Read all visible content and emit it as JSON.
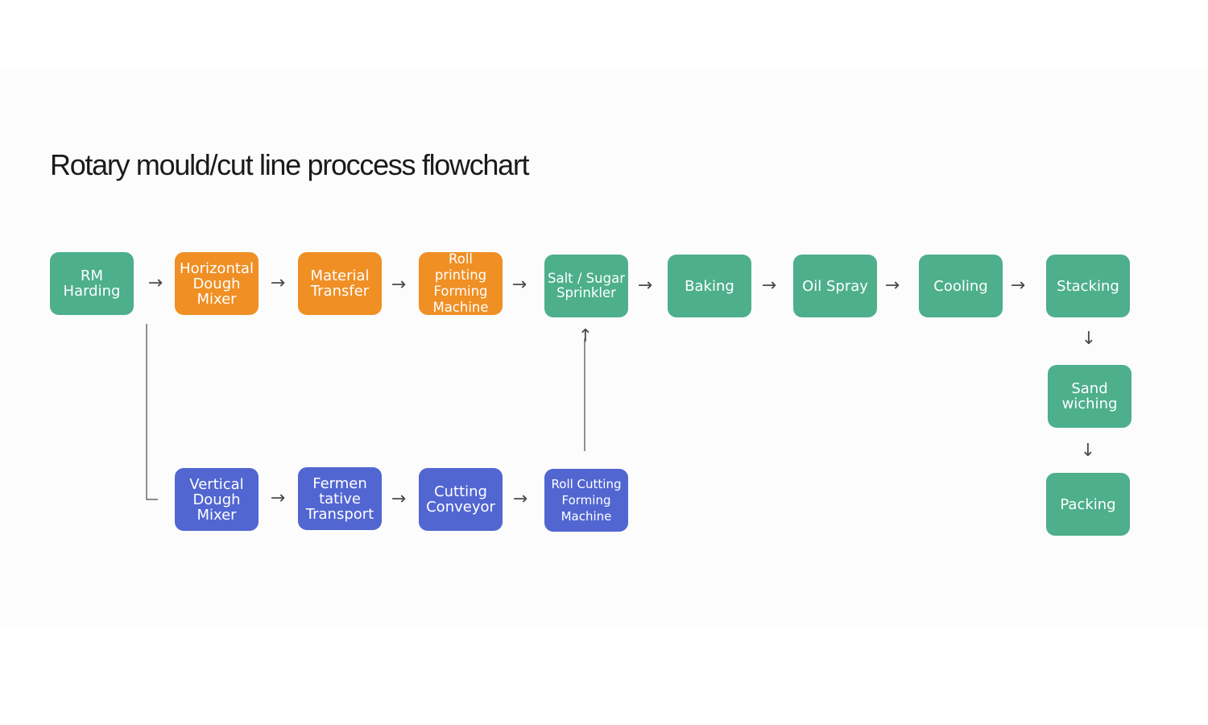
{
  "title": "Rotary mould/cut line proccess flowchart",
  "colors": {
    "green": "#4daf8c",
    "orange": "#ef8f24",
    "blue": "#5266d1",
    "arrow": "#4a4a4a",
    "title": "#1a1a1a"
  },
  "arrow_glyphs": {
    "right": "→",
    "down": "↓",
    "up": "↑"
  },
  "nodes": {
    "rm_harding": {
      "lines": [
        "RM",
        "Harding"
      ],
      "color": "green"
    },
    "horizontal_dough_mixer": {
      "lines": [
        "Horizontal",
        "Dough",
        "Mixer"
      ],
      "color": "orange"
    },
    "material_transfer": {
      "lines": [
        "Material",
        "Transfer"
      ],
      "color": "orange"
    },
    "roll_printing_forming_machine": {
      "lines": [
        "Roll",
        "printing",
        "Forming",
        "Machine"
      ],
      "color": "orange"
    },
    "salt_sugar_sprinkler": {
      "lines": [
        "Salt / Sugar",
        "Sprinkler"
      ],
      "color": "green"
    },
    "baking": {
      "lines": [
        "Baking"
      ],
      "color": "green"
    },
    "oil_spray": {
      "lines": [
        "Oil Spray"
      ],
      "color": "green"
    },
    "cooling": {
      "lines": [
        "Cooling"
      ],
      "color": "green"
    },
    "stacking": {
      "lines": [
        "Stacking"
      ],
      "color": "green"
    },
    "sandwiching": {
      "lines": [
        "Sand",
        "wiching"
      ],
      "color": "green"
    },
    "packing": {
      "lines": [
        "Packing"
      ],
      "color": "green"
    },
    "vertical_dough_mixer": {
      "lines": [
        "Vertical",
        "Dough",
        "Mixer"
      ],
      "color": "blue"
    },
    "fermentative_transport": {
      "lines": [
        "Fermen",
        "tative",
        "Transport"
      ],
      "color": "blue"
    },
    "cutting_conveyor": {
      "lines": [
        "Cutting",
        "Conveyor"
      ],
      "color": "blue"
    },
    "roll_cutting_forming_machine": {
      "lines": [
        "Roll Cutting",
        "Forming",
        "Machine"
      ],
      "color": "blue"
    }
  },
  "flow": [
    {
      "from": "rm_harding",
      "to": "horizontal_dough_mixer"
    },
    {
      "from": "horizontal_dough_mixer",
      "to": "material_transfer"
    },
    {
      "from": "material_transfer",
      "to": "roll_printing_forming_machine"
    },
    {
      "from": "roll_printing_forming_machine",
      "to": "salt_sugar_sprinkler"
    },
    {
      "from": "salt_sugar_sprinkler",
      "to": "baking"
    },
    {
      "from": "baking",
      "to": "oil_spray"
    },
    {
      "from": "oil_spray",
      "to": "cooling"
    },
    {
      "from": "cooling",
      "to": "stacking"
    },
    {
      "from": "stacking",
      "to": "sandwiching"
    },
    {
      "from": "sandwiching",
      "to": "packing"
    },
    {
      "from": "rm_harding",
      "to": "vertical_dough_mixer"
    },
    {
      "from": "vertical_dough_mixer",
      "to": "fermentative_transport"
    },
    {
      "from": "fermentative_transport",
      "to": "cutting_conveyor"
    },
    {
      "from": "cutting_conveyor",
      "to": "roll_cutting_forming_machine"
    },
    {
      "from": "roll_cutting_forming_machine",
      "to": "salt_sugar_sprinkler"
    }
  ]
}
